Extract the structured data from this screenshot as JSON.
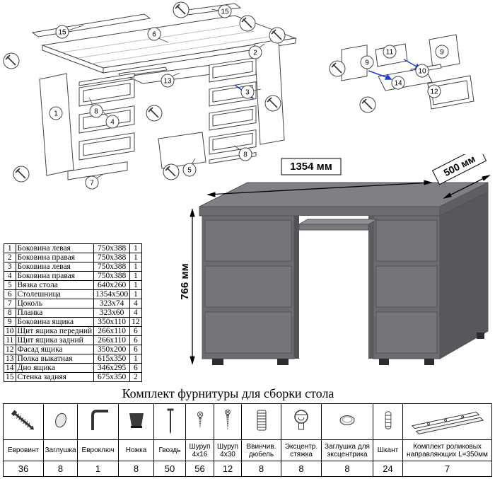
{
  "exploded_main": {
    "callouts": [
      "15",
      "6",
      "15",
      "2",
      "13",
      "8",
      "4",
      "1",
      "3",
      "8",
      "7",
      "5"
    ]
  },
  "exploded_drawer": {
    "callouts": [
      "11",
      "9",
      "9",
      "10",
      "14",
      "12"
    ]
  },
  "desk": {
    "width_label": "1354 мм",
    "depth_label": "500 мм",
    "height_label": "766 мм",
    "body_color": "#6a6c71",
    "side_color": "#56585c",
    "top_color": "#7e8085"
  },
  "parts_table": {
    "rows": [
      {
        "num": "1",
        "name": "Боковина левая",
        "size": "750x388",
        "qty": "1"
      },
      {
        "num": "2",
        "name": "Боковина правая",
        "size": "750x388",
        "qty": "1"
      },
      {
        "num": "3",
        "name": "Боковина левая",
        "size": "750x388",
        "qty": "1"
      },
      {
        "num": "4",
        "name": "Боковина правая",
        "size": "750x388",
        "qty": "1"
      },
      {
        "num": "5",
        "name": "Вязка стола",
        "size": "640x260",
        "qty": "1"
      },
      {
        "num": "6",
        "name": "Столешница",
        "size": "1354x500",
        "qty": "1"
      },
      {
        "num": "7",
        "name": "Цоколь",
        "size": "323x74",
        "qty": "4"
      },
      {
        "num": "8",
        "name": "Планка",
        "size": "323x60",
        "qty": "4"
      },
      {
        "num": "9",
        "name": "Боковина ящика",
        "size": "350x110",
        "qty": "12"
      },
      {
        "num": "10",
        "name": "Щит ящика передний",
        "size": "266x110",
        "qty": "6"
      },
      {
        "num": "11",
        "name": "Щит ящика задний",
        "size": "266x110",
        "qty": "6"
      },
      {
        "num": "12",
        "name": "Фасад ящика",
        "size": "350x200",
        "qty": "6"
      },
      {
        "num": "13",
        "name": "Полка выкатная",
        "size": "615x350",
        "qty": "1"
      },
      {
        "num": "14",
        "name": "Дно ящика",
        "size": "346x295",
        "qty": "6"
      },
      {
        "num": "15",
        "name": "Стенка задняя",
        "size": "675x350",
        "qty": "2"
      }
    ]
  },
  "hardware": {
    "title": "Комплект фурнитуры для сборки стола",
    "items": [
      {
        "name": "Евровинт",
        "qty": "36",
        "icon": "confirmat-screw"
      },
      {
        "name": "Заглушка",
        "qty": "8",
        "icon": "cap"
      },
      {
        "name": "Евроключ",
        "qty": "1",
        "icon": "hex-key"
      },
      {
        "name": "Ножка",
        "qty": "8",
        "icon": "furniture-foot"
      },
      {
        "name": "Гвоздь",
        "qty": "50",
        "icon": "nail"
      },
      {
        "name": "Шуруп 4x16",
        "qty": "56",
        "icon": "screw-short"
      },
      {
        "name": "Шуруп 4x30",
        "qty": "12",
        "icon": "screw-long"
      },
      {
        "name": "Ввинчив. дюбель",
        "qty": "8",
        "icon": "threaded-dowel"
      },
      {
        "name": "Эксцентр. стяжка",
        "qty": "8",
        "icon": "cam-lock"
      },
      {
        "name": "Заглушка для эксцентрика",
        "qty": "8",
        "icon": "cam-cap"
      },
      {
        "name": "Шкант",
        "qty": "24",
        "icon": "wood-dowel"
      },
      {
        "name": "Комплект роликовых направляющих L=350мм",
        "qty": "7",
        "icon": "roller-guides"
      }
    ]
  }
}
